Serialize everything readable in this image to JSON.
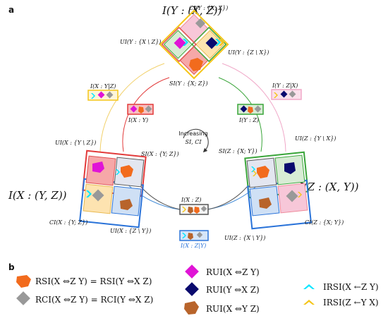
{
  "panels": {
    "a": "a",
    "b": "b"
  },
  "center": {
    "line1": "Increasing",
    "line2": "SI, CI"
  },
  "top": {
    "title": "I(Y : (X, Z))",
    "ci": "CI(Y : {X; Z})",
    "ui_left": "UI(Y : {X \\ Z})",
    "ui_right": "UI(Y : {Z \\ X})",
    "si": "SI(Y : {X; Z})"
  },
  "left": {
    "title": "I(X : (Y, Z))",
    "ui_top": "UI(X : {Y \\ Z})",
    "si": "SI(X : {Y; Z})",
    "ci": "CI(X : {Y; Z})",
    "ui_bottom": "UI(X : {Z \\ Y})"
  },
  "right": {
    "title": "I(Z : (X, Y))",
    "ui_top": "UI(Z : {Y \\ X})",
    "si": "SI(Z : {X; Y})",
    "ci": "CI(Z : {X; Y})",
    "ui_bottom": "UI(Z : {X \\ Y})"
  },
  "boxes": {
    "xy_given_z": "I(X : Y|Z)",
    "xy": "I(X : Y)",
    "yz_given_x": "I(Y : Z|X)",
    "yz": "I(Y : Z)",
    "xz": "I(X : Z)",
    "xz_given_y": "I(X : Z|Y)"
  },
  "legend": {
    "rsi": "RSI(X ⇔Z Y) = RSI(Y ⇔X Z)",
    "rci": "RCI(X ⇔Z Y) = RCI(Y ⇔X Z)",
    "rui_xy": "RUI(X ⇔Z Y)",
    "rui_yz": "RUI(Y ⇔X Z)",
    "rui_xz": "RUI(X ⇔Y Z)",
    "irsi_xy": "IRSI(X ←Z Y)",
    "irsi_zx": "IRSI(Z ←Y X)"
  }
}
